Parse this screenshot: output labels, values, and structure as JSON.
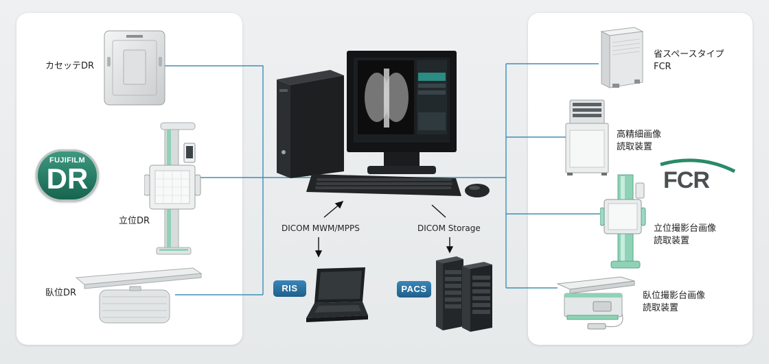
{
  "left": {
    "cassette_label": "カセッテDR",
    "standing_label": "立位DR",
    "supine_label": "臥位DR",
    "logo_small": "FUJIFILM",
    "logo_big": "DR"
  },
  "right": {
    "compact_label_1": "省スペースタイプ",
    "compact_label_2": "FCR",
    "hires_label_1": "高精細画像",
    "hires_label_2": "読取装置",
    "fcr_logo": "FCR",
    "standing_label_1": "立位撮影台画像",
    "standing_label_2": "読取装置",
    "supine_label_1": "臥位撮影台画像",
    "supine_label_2": "読取装置"
  },
  "center": {
    "dicom_mwm": "DICOM MWM/MPPS",
    "dicom_storage": "DICOM Storage",
    "ris": "RIS",
    "pacs": "PACS"
  },
  "colors": {
    "line": "#3b8fb4",
    "badge": "#2b73a6",
    "teal": "#2f8d77",
    "mint": "#8ed3b8"
  }
}
